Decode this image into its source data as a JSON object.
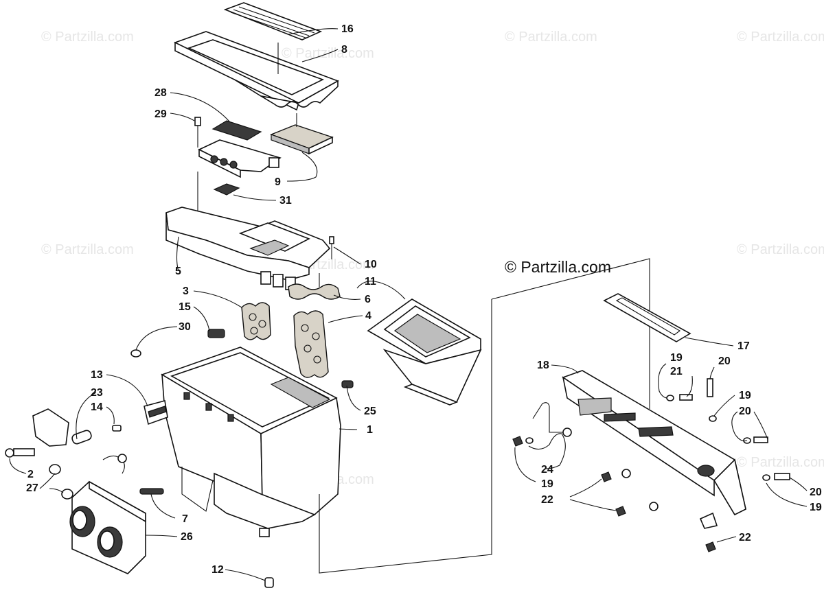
{
  "watermarks": [
    "© Partzilla.com",
    "© Partzilla.com",
    "© Partzilla.com",
    "© Partzilla.com",
    "© Partzilla.com",
    "© Partzilla.com",
    "© Partzilla.com",
    "© Partzilla.com",
    "© Partzilla.com"
  ],
  "brand": "© Partzilla.com",
  "callouts": [
    "16",
    "8",
    "28",
    "29",
    "9",
    "31",
    "5",
    "10",
    "11",
    "6",
    "3",
    "4",
    "15",
    "30",
    "13",
    "23",
    "14",
    "25",
    "1",
    "2",
    "27",
    "7",
    "26",
    "12",
    "17",
    "18",
    "19",
    "21",
    "20",
    "19",
    "20",
    "24",
    "19",
    "22",
    "22",
    "20",
    "19"
  ]
}
